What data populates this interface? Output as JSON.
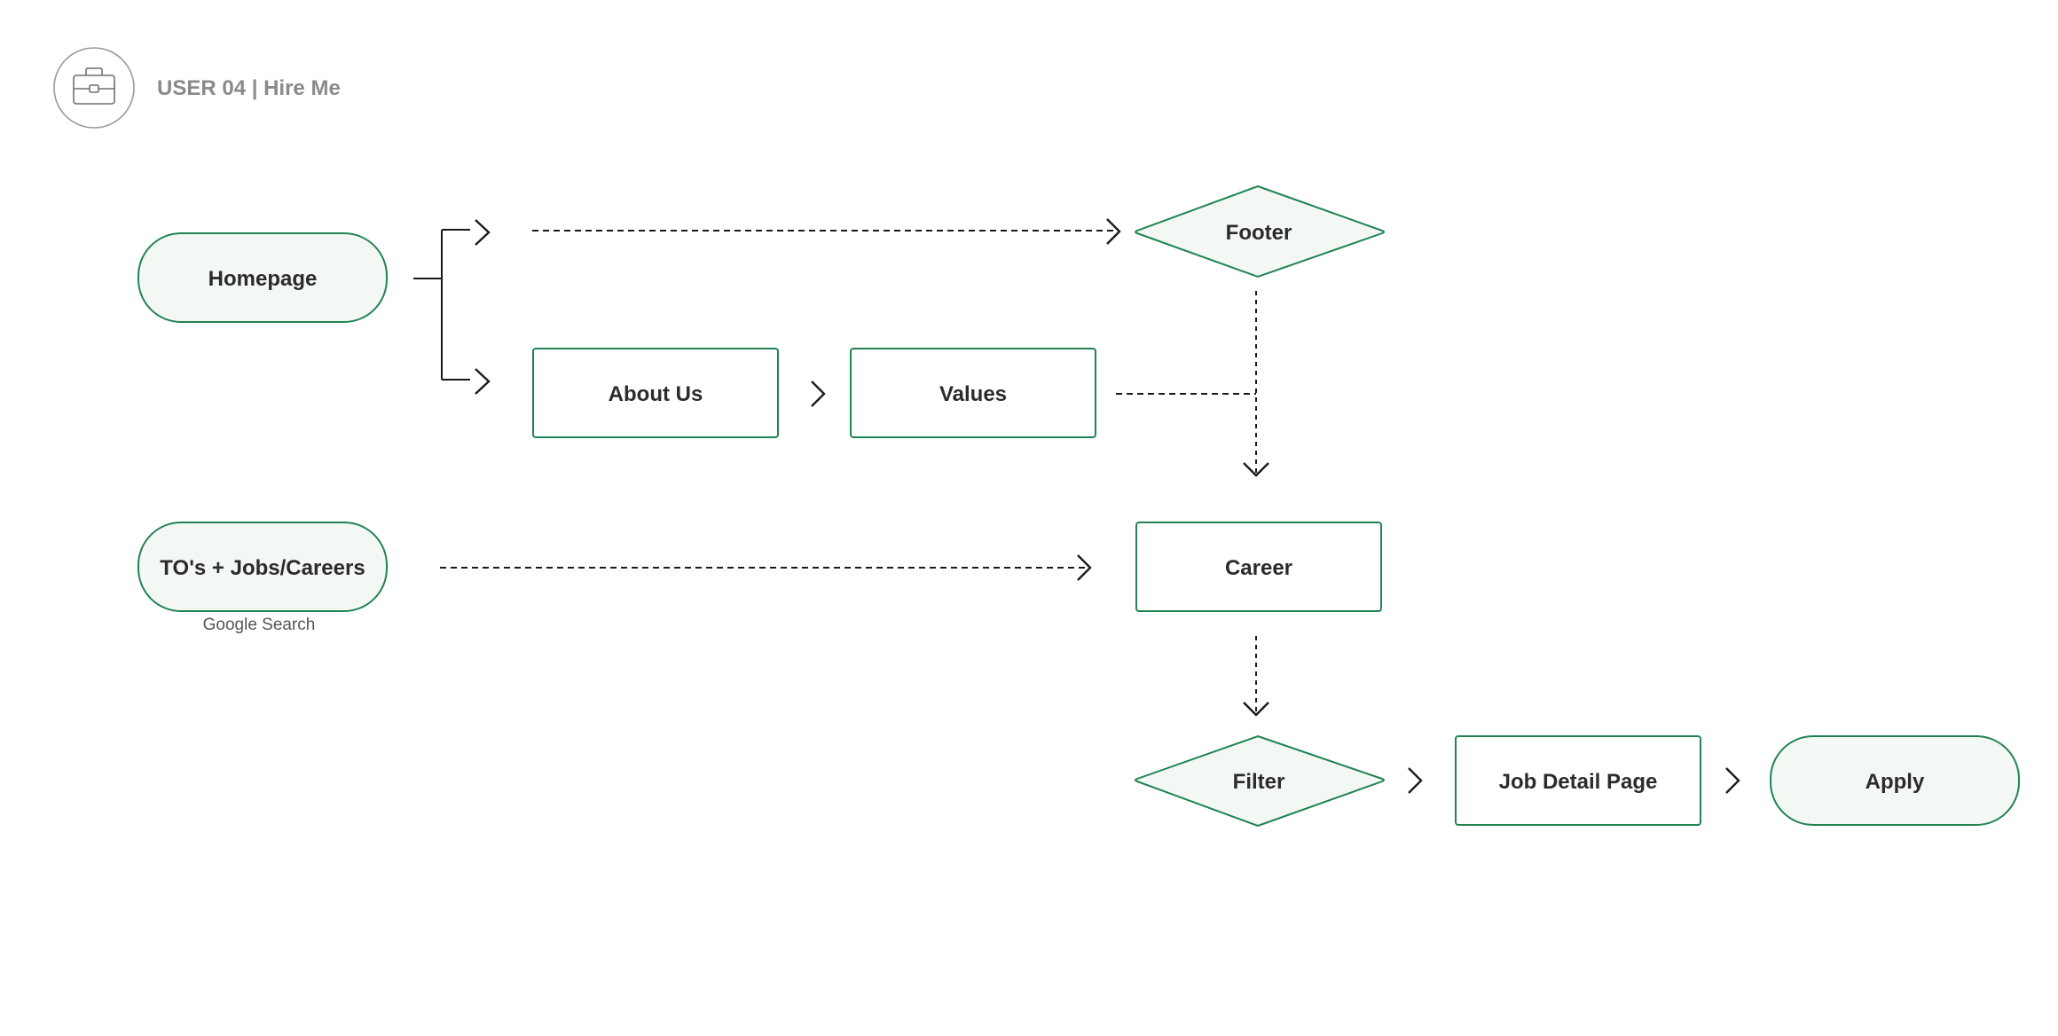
{
  "header": {
    "title": "USER 04 | Hire Me",
    "icon": "briefcase-icon"
  },
  "colors": {
    "node_border": "#218352",
    "node_fill": "#f3f8f5",
    "text": "#2b2b2b",
    "title": "#8a8a8a"
  },
  "nodes": {
    "homepage": "Homepage",
    "footer": "Footer",
    "about_us": "About Us",
    "values": "Values",
    "tos_jobs": "TO's + Jobs/Careers",
    "google_search": "Google Search",
    "career": "Career",
    "filter": "Filter",
    "job_detail": "Job Detail Page",
    "apply": "Apply"
  }
}
